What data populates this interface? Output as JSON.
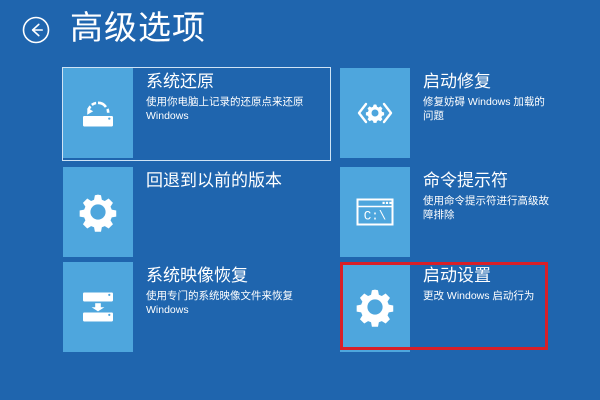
{
  "header": {
    "back_icon": "back-arrow-circle-icon",
    "title": "高级选项"
  },
  "colors": {
    "background": "#1f65ae",
    "tile_icon_bg": "#4ea6dd",
    "text": "#ffffff",
    "focus_outline": "#cfe3f5",
    "annotation": "#d81f28"
  },
  "options": [
    {
      "title": "系统还原",
      "description": "使用你电脑上记录的还原点来还原 Windows",
      "icon": "system-restore-icon",
      "focused": true,
      "highlighted": false
    },
    {
      "title": "启动修复",
      "description": "修复妨碍 Windows 加载的问题",
      "icon": "startup-repair-gear-brackets-icon",
      "focused": false,
      "highlighted": false
    },
    {
      "title": "回退到以前的版本",
      "description": "",
      "icon": "gear-icon",
      "focused": false,
      "highlighted": false
    },
    {
      "title": "命令提示符",
      "description": "使用命令提示符进行高级故障排除",
      "icon": "command-prompt-icon",
      "focused": false,
      "highlighted": false
    },
    {
      "title": "系统映像恢复",
      "description": "使用专门的系统映像文件来恢复 Windows",
      "icon": "system-image-recovery-icon",
      "focused": false,
      "highlighted": false
    },
    {
      "title": "启动设置",
      "description": "更改 Windows 启动行为",
      "icon": "gear-icon",
      "focused": false,
      "highlighted": true
    }
  ],
  "annotation": {
    "shape": "rectangle",
    "target": "启动设置"
  }
}
